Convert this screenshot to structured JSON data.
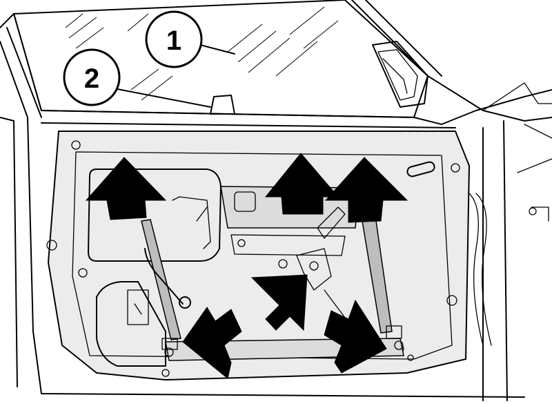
{
  "callouts": [
    {
      "id": "1",
      "label": "1"
    },
    {
      "id": "2",
      "label": "2"
    }
  ],
  "colors": {
    "line": "#000000",
    "background": "#ffffff",
    "panel_fill": "#ececec",
    "rail_fill": "#bdbdbd",
    "arrow_fill": "#000000"
  }
}
